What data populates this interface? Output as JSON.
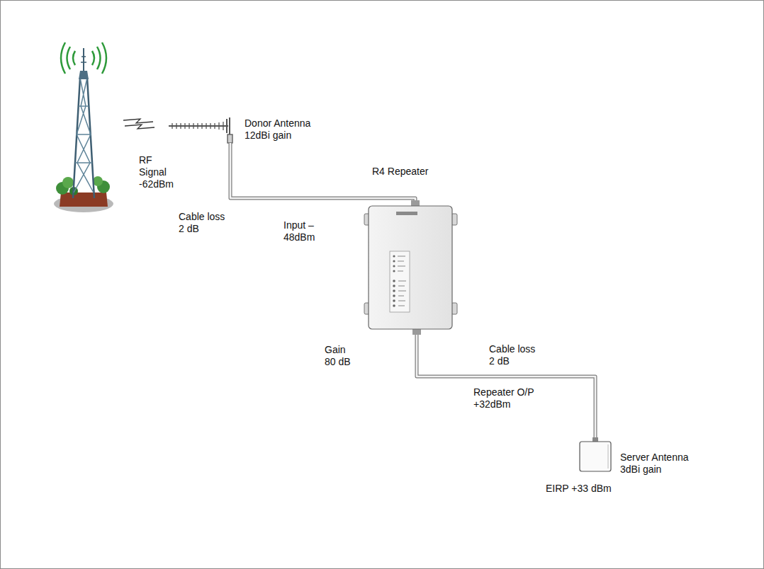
{
  "diagram": {
    "labels": [
      "RF Signal -62dBm",
      "Donor Antenna 12dBi gain",
      "R4 Repeater",
      "Cable loss 2 dB",
      "Input –48dBm",
      "Gain 80 dB",
      "Cable loss 2 dB",
      "Repeater O/P +32dBm",
      "Server Antenna 3dBi gain",
      "EIRP +33 dBm"
    ]
  }
}
